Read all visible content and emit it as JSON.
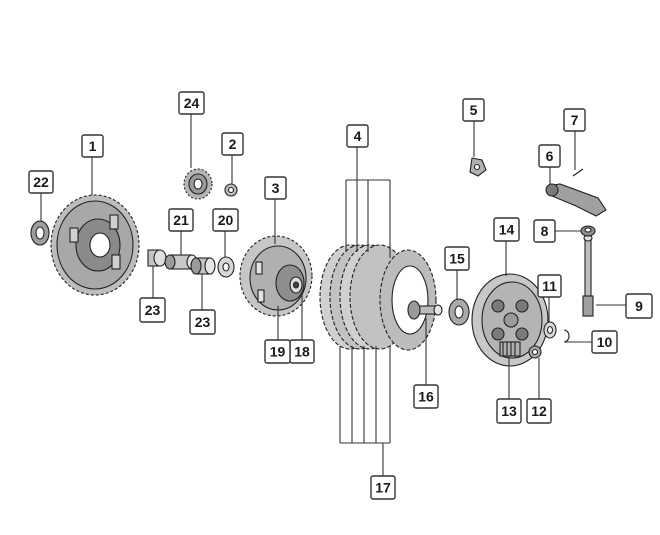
{
  "diagram": {
    "callouts": [
      "1",
      "2",
      "3",
      "4",
      "5",
      "6",
      "7",
      "8",
      "9",
      "10",
      "11",
      "12",
      "13",
      "14",
      "15",
      "16",
      "17",
      "18",
      "19",
      "20",
      "21",
      "22",
      "23",
      "23",
      "24"
    ],
    "colors": {
      "line": "#333333",
      "part_fill": "#bdbdbd",
      "part_dark": "#6e6e6e",
      "background": "#ffffff"
    }
  }
}
